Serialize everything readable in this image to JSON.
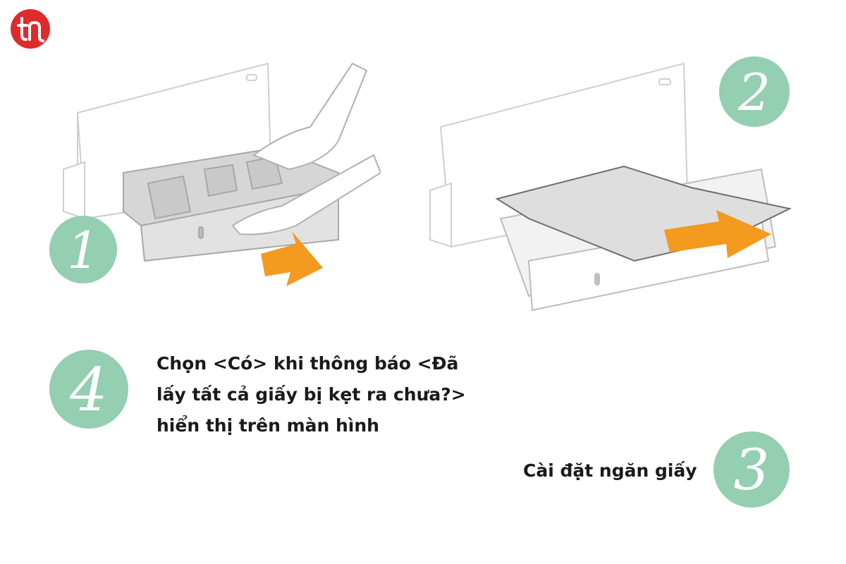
{
  "logo": {
    "icon": "tn-monogram-logo",
    "color": "#e02b2b"
  },
  "steps": [
    {
      "number": "1",
      "caption": ""
    },
    {
      "number": "2",
      "caption": ""
    },
    {
      "number": "3",
      "caption": "Cài đặt ngăn giấy"
    },
    {
      "number": "4",
      "caption": "Chọn <Có> khi thông báo <Đã lấy tất cả giấy bị kẹt ra chưa?> hiển thị trên màn hình"
    }
  ],
  "colors": {
    "circle": "#93cfb0",
    "arrow": "#f39a1f",
    "line_art": "#c8c8c8",
    "paper": "#dcdcdc",
    "text": "#1a1a1a"
  }
}
